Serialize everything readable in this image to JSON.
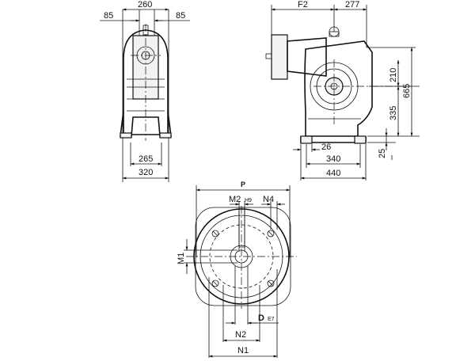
{
  "side_view": {
    "top_width": "260",
    "left_offset": "85",
    "right_offset": "85",
    "feet_spacing": "265",
    "base_width": "320"
  },
  "front_view": {
    "flange_label": "F2",
    "right_dim": "277",
    "upper_height": "210",
    "total_height": "665",
    "shaft_height": "335",
    "foot_thickness": "25",
    "hole_dia": "26",
    "foot_spacing": "340",
    "base_length": "440"
  },
  "flange_view": {
    "P": "P",
    "M2": "M2",
    "H9": "H9",
    "N4": "N4",
    "M1": "M1",
    "D": "D",
    "E7": "E7",
    "N2": "N2",
    "N1": "N1"
  }
}
